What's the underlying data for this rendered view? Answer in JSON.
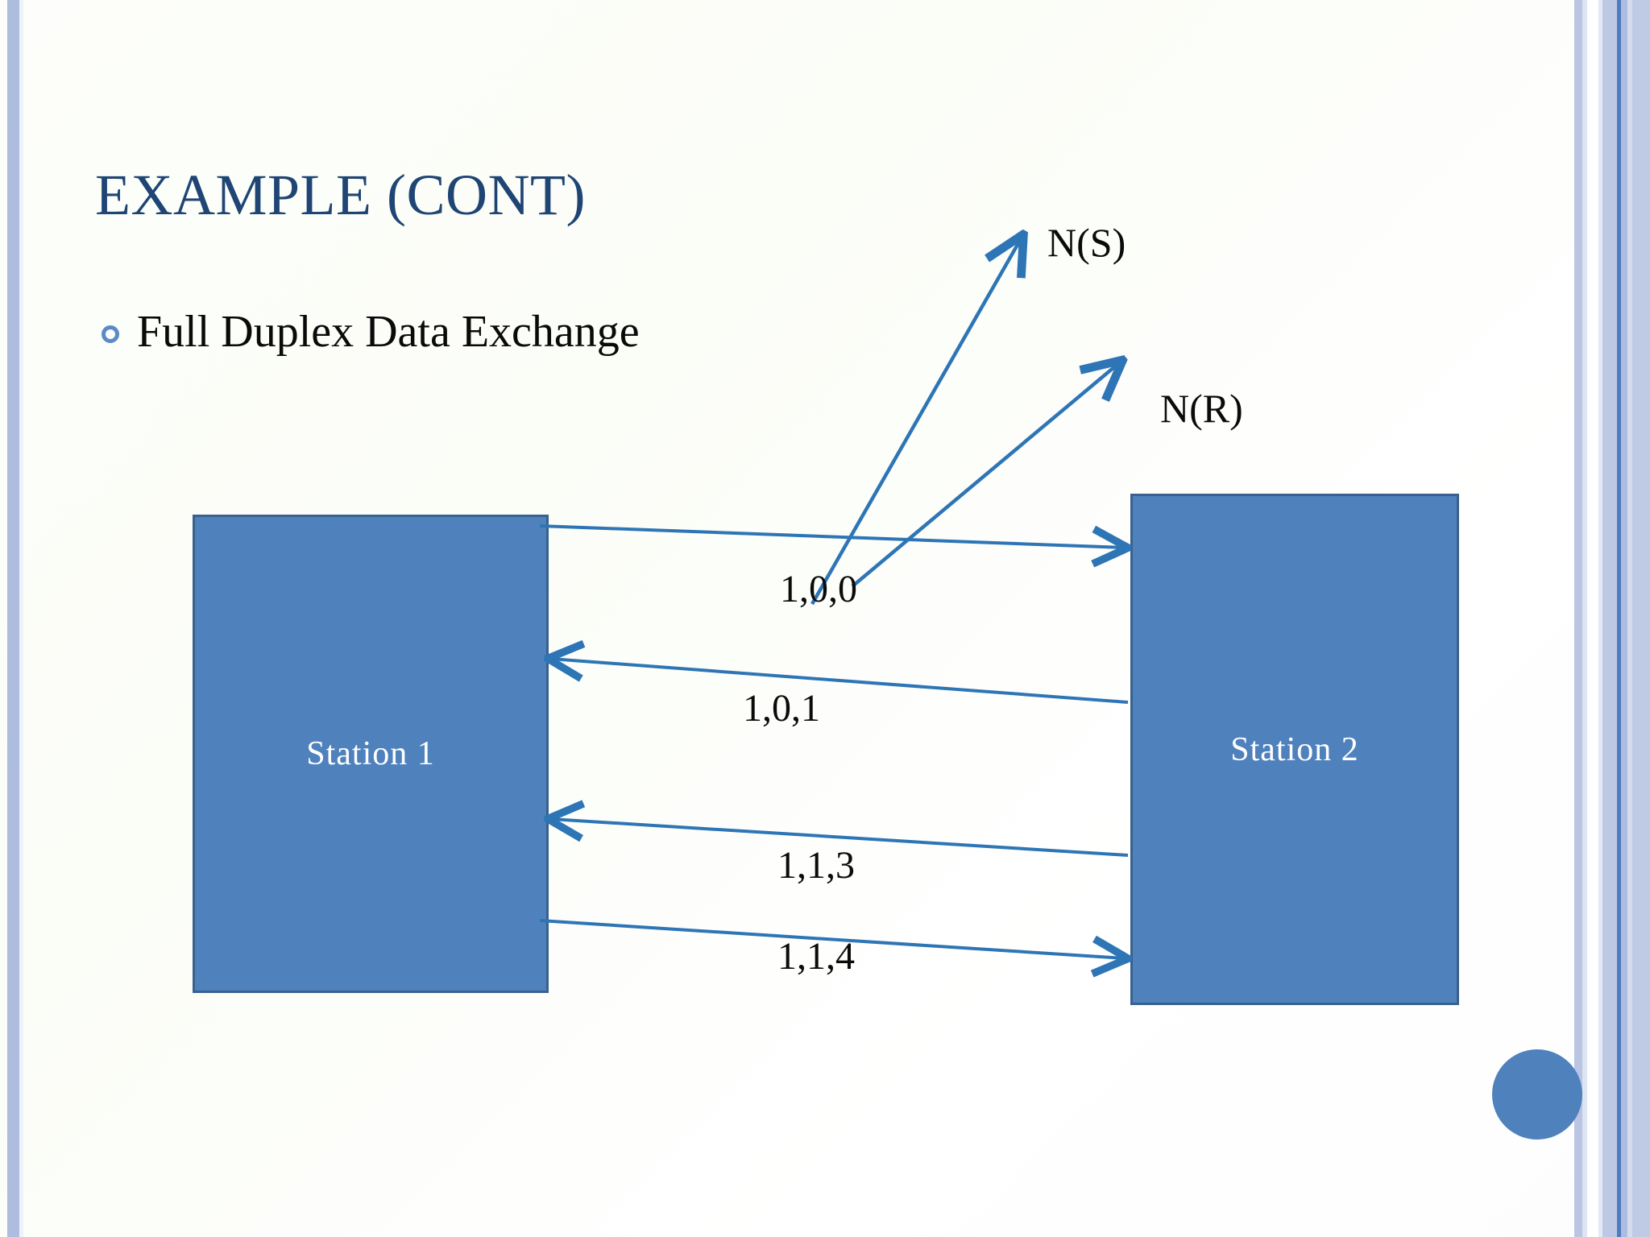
{
  "slide": {
    "title": "EXAMPLE (CONT)",
    "bullets": [
      {
        "marker": "circle-outline-bullet",
        "text": "Full Duplex Data Exchange"
      }
    ]
  },
  "diagram": {
    "type": "sequence-exchange",
    "stations": [
      {
        "id": "station-1",
        "label": "Station 1"
      },
      {
        "id": "station-2",
        "label": "Station 2"
      }
    ],
    "frames": [
      {
        "label": "1,0,0",
        "direction": "station-1-to-station-2"
      },
      {
        "label": "1,0,1",
        "direction": "station-2-to-station-1"
      },
      {
        "label": "1,1,3",
        "direction": "station-2-to-station-1"
      },
      {
        "label": "1,1,4",
        "direction": "station-1-to-station-2"
      }
    ],
    "annotations": [
      {
        "label": "N(S)",
        "points_from": "1,0,0"
      },
      {
        "label": "N(R)",
        "points_from": "1,0,0"
      }
    ]
  },
  "colors": {
    "title": "#1f4575",
    "station_fill": "#4F81BD",
    "station_border": "#38618F",
    "arrow": "#2E75B6",
    "bullet": "#5B8AC9",
    "edge_accent": "#AEBCDD"
  }
}
